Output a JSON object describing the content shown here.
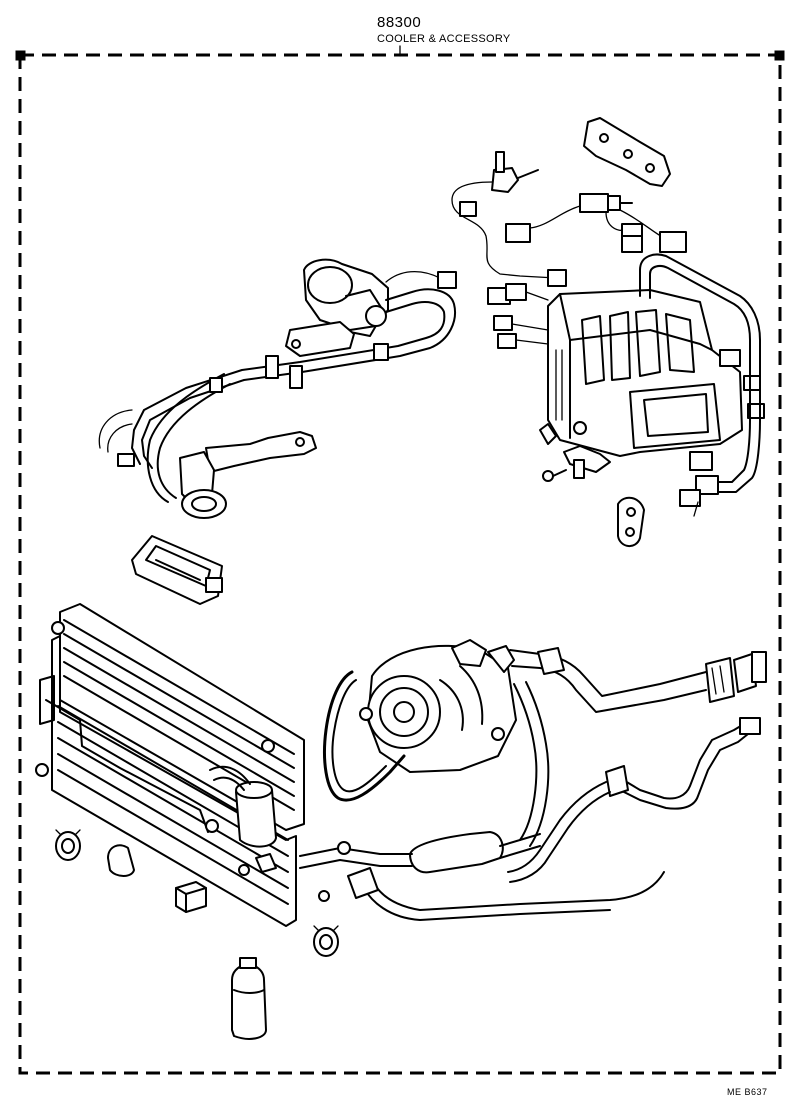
{
  "header": {
    "part_number": "88300",
    "title": "COOLER & ACCESSORY"
  },
  "footer": {
    "drawing_code": "ME  B637"
  }
}
